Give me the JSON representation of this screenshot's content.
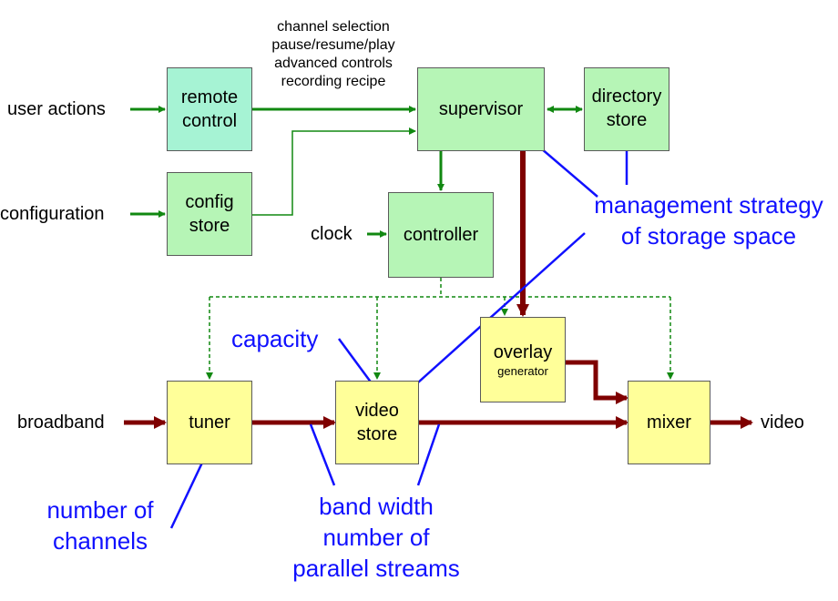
{
  "inputs": {
    "user_actions": "user actions",
    "configuration": "configuration",
    "clock": "clock",
    "broadband": "broadband",
    "video_out": "video"
  },
  "boxes": {
    "remote_control": [
      "remote",
      "control"
    ],
    "config_store": [
      "config",
      "store"
    ],
    "supervisor": "supervisor",
    "directory_store": [
      "directory",
      "store"
    ],
    "controller": "controller",
    "tuner": "tuner",
    "video_store": [
      "video",
      "store"
    ],
    "overlay_generator": [
      "overlay",
      "generator"
    ],
    "mixer": "mixer"
  },
  "command_notes": [
    "channel selection",
    "pause/resume/play",
    "advanced controls",
    "recording recipe"
  ],
  "annotations": {
    "management_strategy": [
      "management strategy",
      "of storage space"
    ],
    "capacity": "capacity",
    "number_of_channels": [
      "number of",
      "channels"
    ],
    "bandwidth": [
      "band width",
      "number of",
      "parallel streams"
    ]
  },
  "colors": {
    "control_flow": "#118811",
    "data_flow": "#7f0000",
    "annotation": "#1010ff",
    "control_box": "#b6f5b6",
    "input_box": "#a6f3d4",
    "data_box": "#ffff99"
  }
}
